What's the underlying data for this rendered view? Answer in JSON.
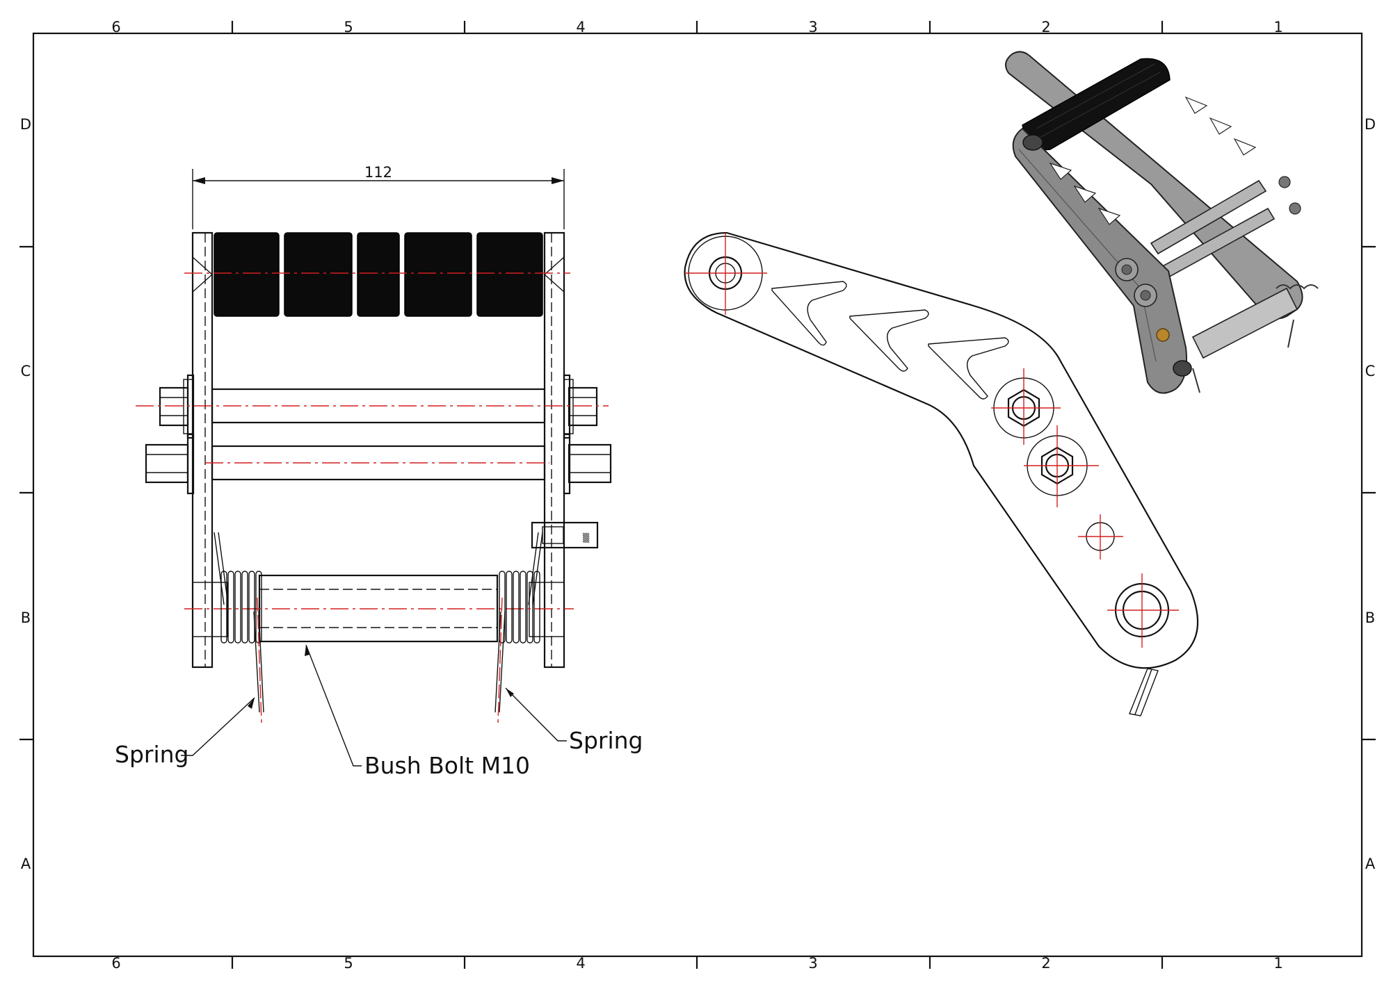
{
  "sheet": {
    "zones_top": [
      "6",
      "5",
      "4",
      "3",
      "2",
      "1"
    ],
    "zones_bottom": [
      "6",
      "5",
      "4",
      "3",
      "2",
      "1"
    ],
    "zones_left": [
      "D",
      "C",
      "B",
      "A"
    ],
    "zones_right": [
      "D",
      "C",
      "B",
      "A"
    ]
  },
  "front_view": {
    "dimension": "112",
    "callouts": {
      "spring_left": "Spring",
      "spring_right": "Spring",
      "bush_bolt": "Bush Bolt M10"
    }
  },
  "colors": {
    "line": "#111111",
    "centerline": "#d41e1e",
    "roller": "#0b0b0b",
    "render_steel": "#8e8e8e",
    "brass_pin": "#b8862b"
  }
}
